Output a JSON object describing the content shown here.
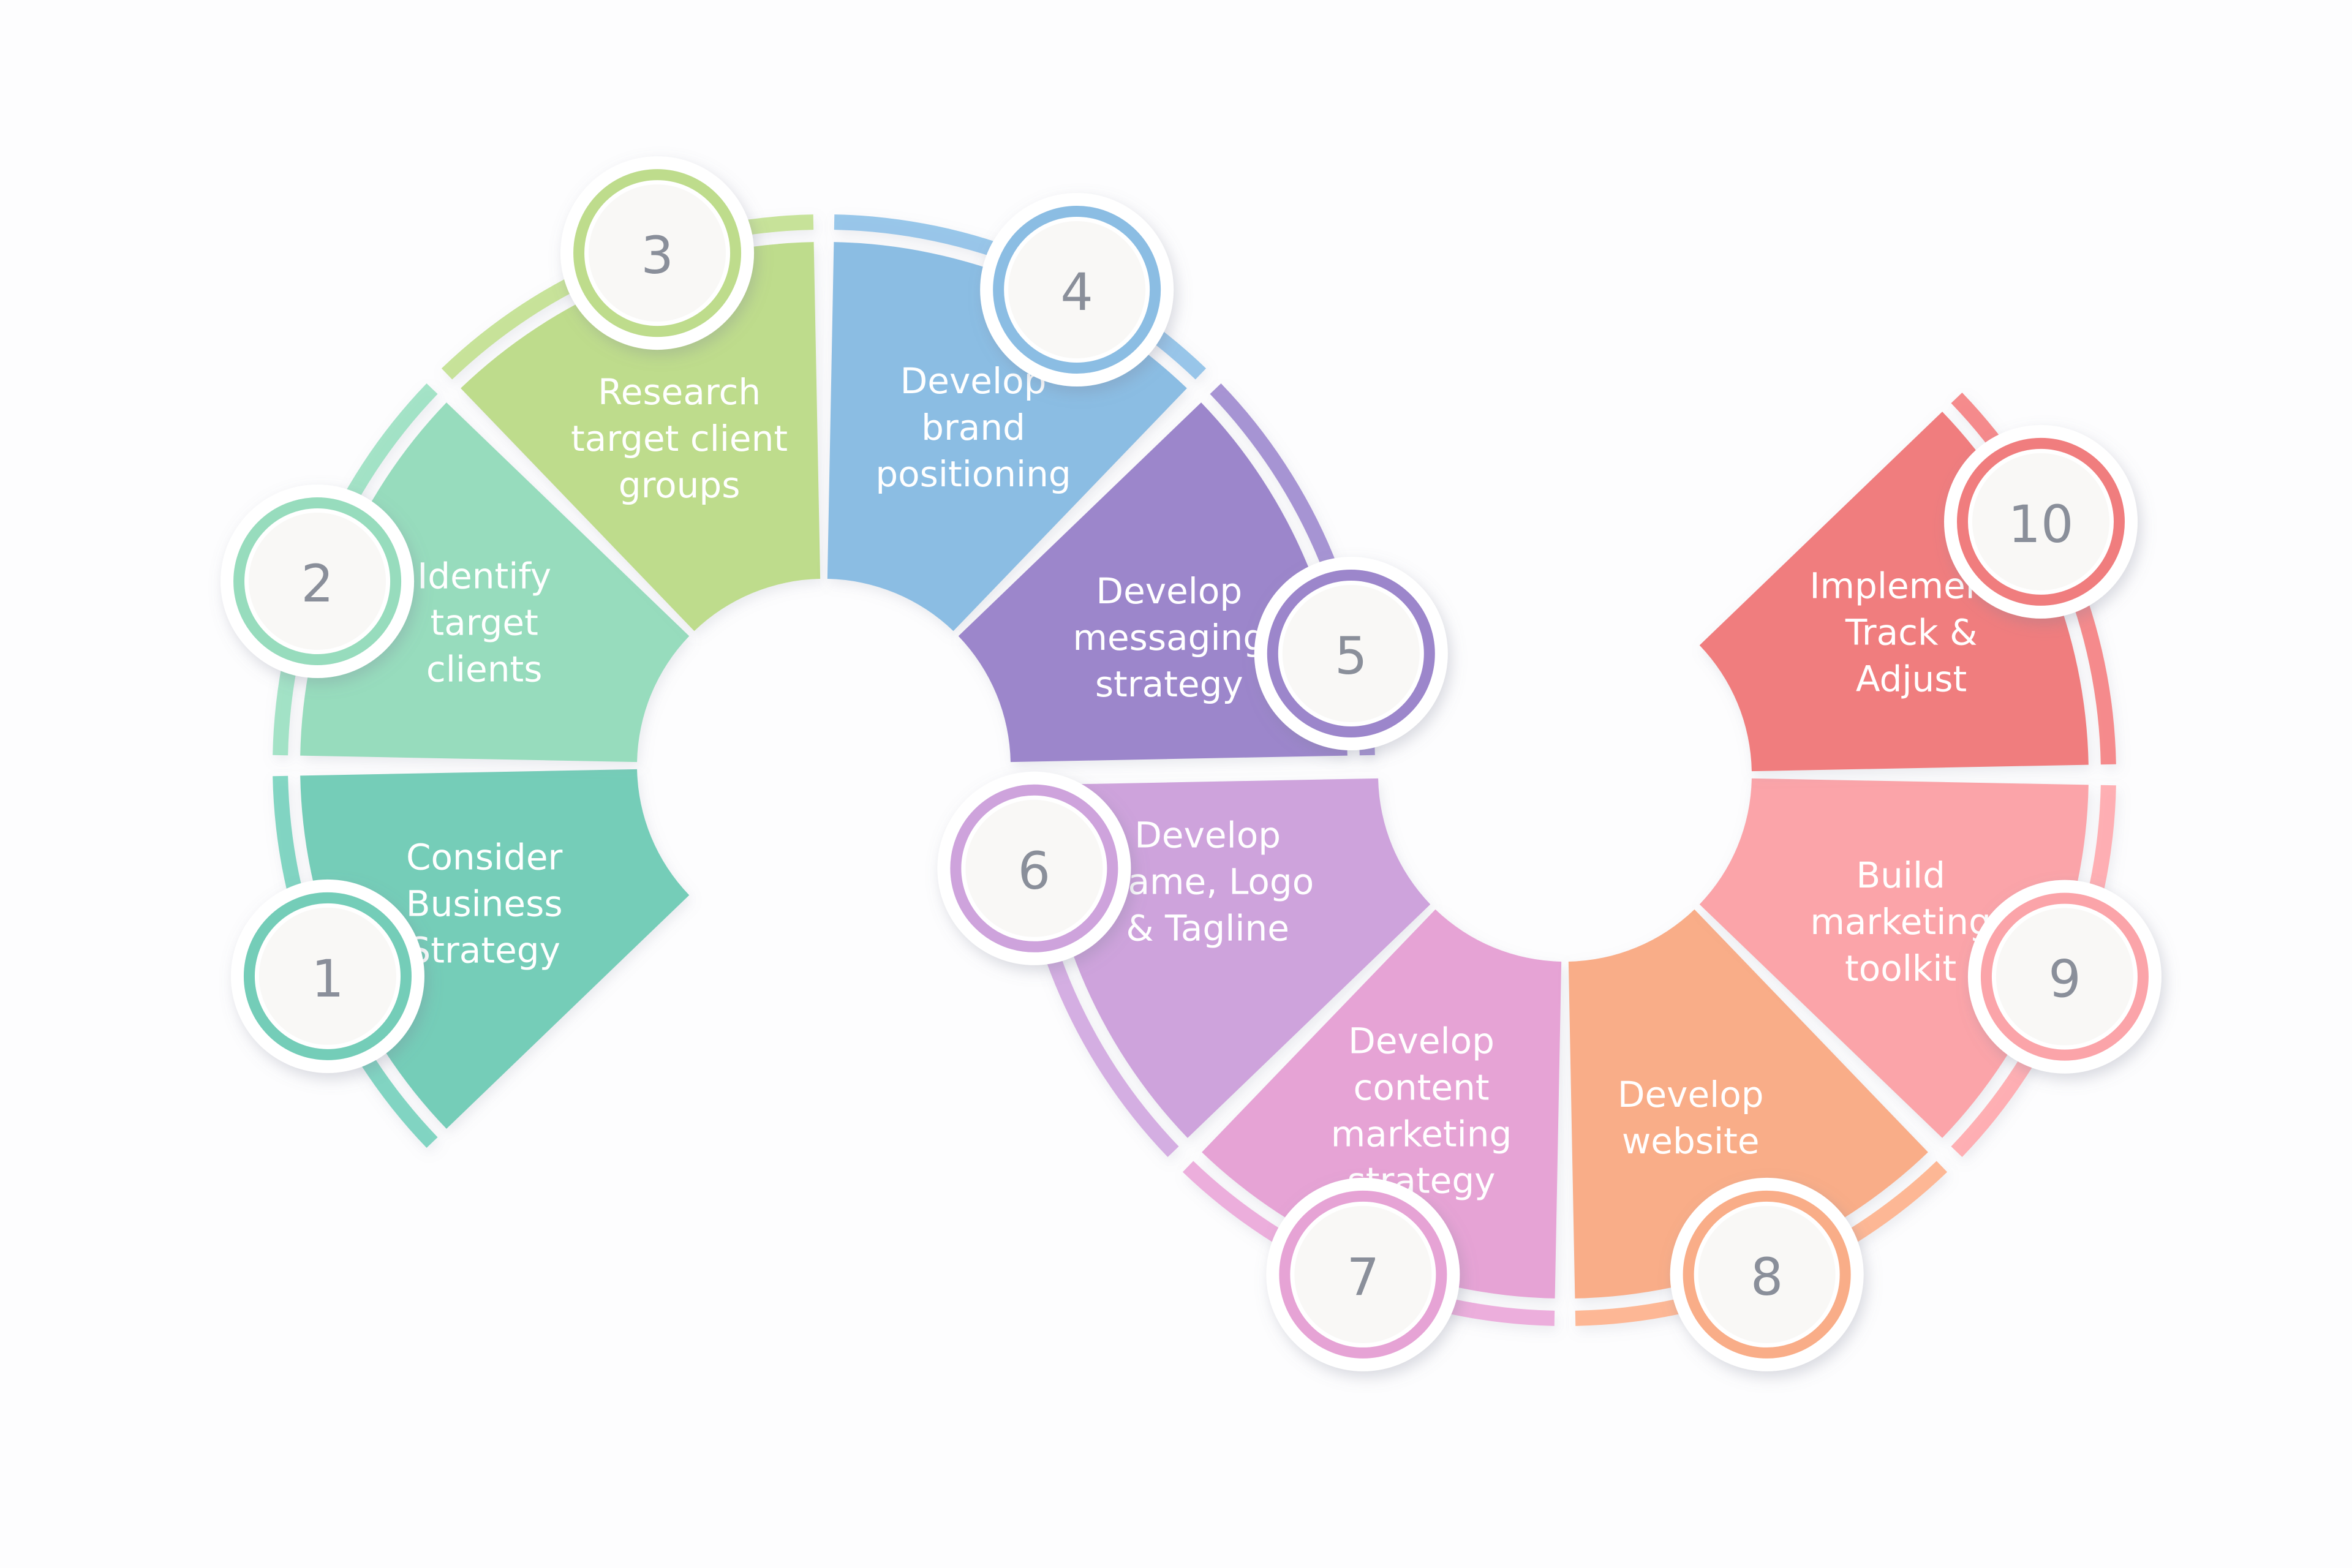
{
  "steps": [
    {
      "number": "1",
      "label_lines": [
        "Consider",
        "Business",
        "Strategy"
      ],
      "color": "#74cdb8"
    },
    {
      "number": "2",
      "label_lines": [
        "Identify",
        "target",
        "clients"
      ],
      "color": "#97dcbd"
    },
    {
      "number": "3",
      "label_lines": [
        "Research",
        "target client",
        "groups"
      ],
      "color": "#bedc8c"
    },
    {
      "number": "4",
      "label_lines": [
        "Develop",
        "brand",
        "positioning"
      ],
      "color": "#8bbde3"
    },
    {
      "number": "5",
      "label_lines": [
        "Develop",
        "messaging",
        "strategy"
      ],
      "color": "#9c86cb"
    },
    {
      "number": "6",
      "label_lines": [
        "Develop",
        "Name, Logo",
        "& Tagline"
      ],
      "color": "#cea3dc"
    },
    {
      "number": "7",
      "label_lines": [
        "Develop",
        "content",
        "marketing",
        "strategy"
      ],
      "color": "#e6a3d5"
    },
    {
      "number": "8",
      "label_lines": [
        "Develop",
        "website"
      ],
      "color": "#f9ad88"
    },
    {
      "number": "9",
      "label_lines": [
        "Build",
        "marketing",
        "toolkit"
      ],
      "color": "#fba4a9"
    },
    {
      "number": "10",
      "label_lines": [
        "Implement,",
        "Track &",
        "Adjust"
      ],
      "color": "#f07d7e"
    }
  ]
}
